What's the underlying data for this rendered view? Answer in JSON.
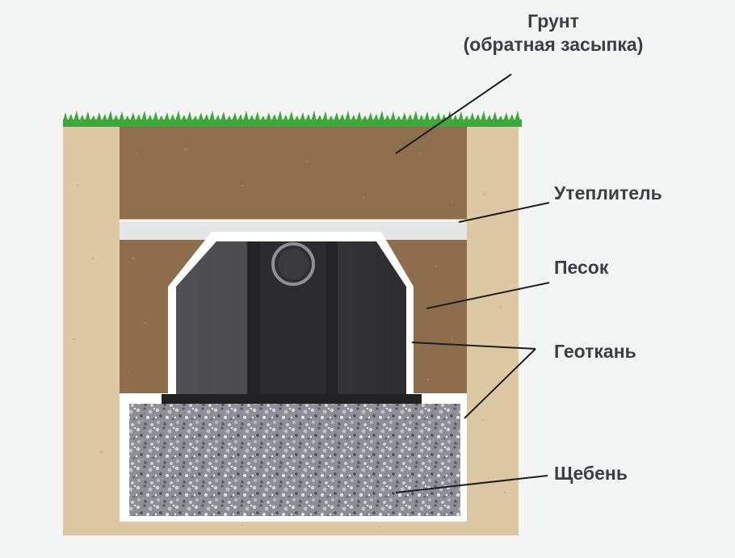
{
  "labels": {
    "soil_line1": "Грунт",
    "soil_line2": "(обратная засыпка)",
    "insulation": "Утеплитель",
    "sand": "Песок",
    "geotextile": "Геоткань",
    "gravel": "Щебень"
  },
  "colors": {
    "background": "#f3f4f4",
    "surrounding_soil": "#dcc8a2",
    "backfill_soil": "#8f6e4e",
    "sand": "#8d6d4c",
    "insulation": "#e4e6e8",
    "geotextile": "#ffffff",
    "gravel": "#8e8e96",
    "tank": "#3d3d41",
    "grass": "#3fa83a",
    "text": "#3b3f44"
  }
}
